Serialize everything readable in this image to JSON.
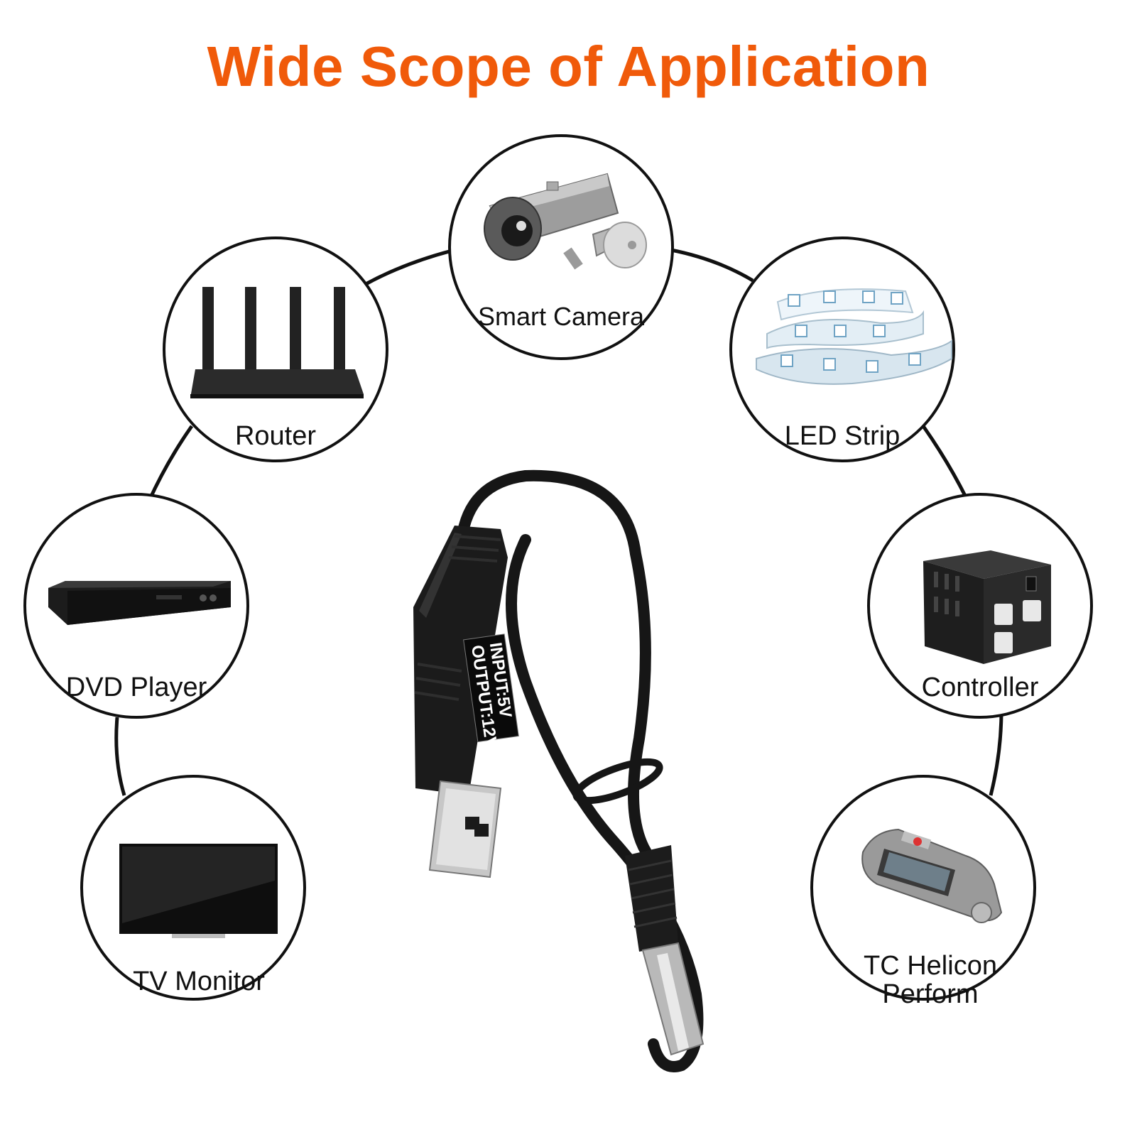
{
  "title": "Wide Scope of Application",
  "accent_color": "#f05a0a",
  "products": [
    {
      "name": "Smart Camera",
      "icon": "security-camera-icon"
    },
    {
      "name": "Router",
      "icon": "router-icon"
    },
    {
      "name": "LED Strip",
      "icon": "led-strip-icon"
    },
    {
      "name": "DVD Player",
      "icon": "dvd-player-icon"
    },
    {
      "name": "Controller",
      "icon": "voltage-converter-icon"
    },
    {
      "name": "TV Monitor",
      "icon": "tv-monitor-icon"
    },
    {
      "name": "TC Helicon\nPerform",
      "icon": "voice-recorder-icon"
    }
  ],
  "cable": {
    "label_line1": "INPUT:5V",
    "label_line2": "OUTPUT:12V"
  }
}
